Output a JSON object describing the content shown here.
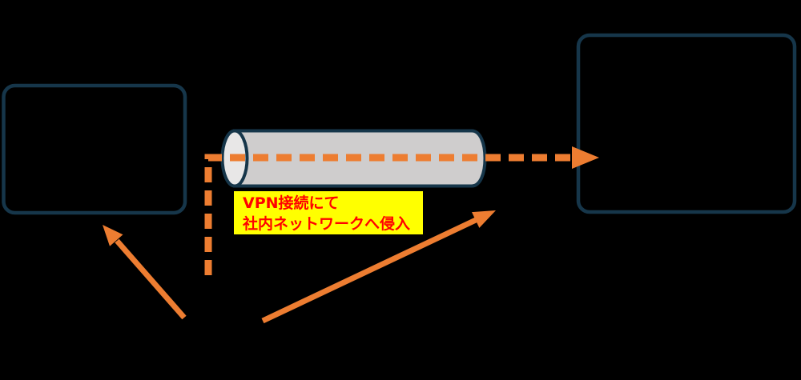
{
  "diagram": {
    "description": "VPN intrusion diagram: dashed orange route passes from a left node through a gray VPN tunnel cylinder into a right node; two solid orange attack arrows rise from bottom center.",
    "label": {
      "line1": "VPN接続にて",
      "line2": "社内ネットワークへ侵入"
    }
  },
  "colors": {
    "background": "#000000",
    "node_outline": "#16364A",
    "accent_orange": "#ED7D31",
    "tunnel_body": "#CFCDCD",
    "tunnel_face": "#E8E7E7",
    "label_background": "#FFFF00",
    "label_text": "#FF0000"
  }
}
